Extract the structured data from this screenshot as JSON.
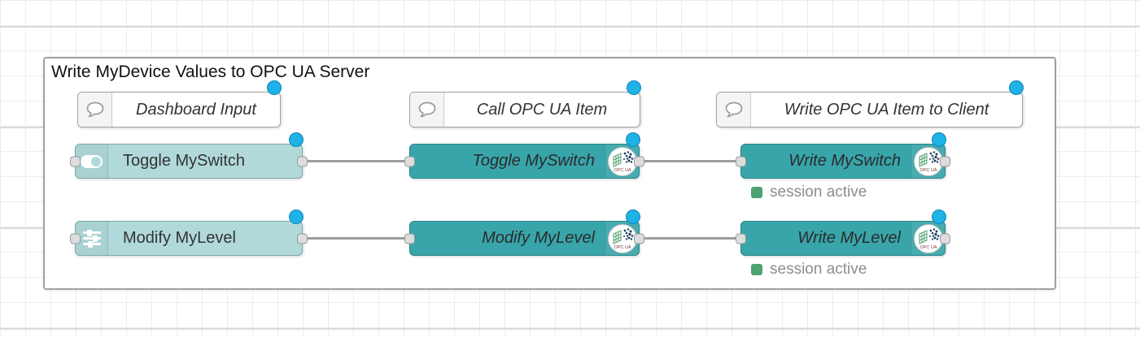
{
  "group": {
    "title": "Write MyDevice Values to OPC UA Server"
  },
  "comments": {
    "dashboard_input": {
      "label": "Dashboard Input"
    },
    "call_opcua_item": {
      "label": "Call OPC UA Item"
    },
    "write_opcua_item": {
      "label": "Write OPC UA Item to Client"
    }
  },
  "nodes": {
    "ui_switch": {
      "label": "Toggle MySwitch"
    },
    "ui_slider": {
      "label": "Modify MyLevel"
    },
    "call_switch": {
      "label": "Toggle MySwitch"
    },
    "call_level": {
      "label": "Modify MyLevel"
    },
    "write_switch": {
      "label": "Write MySwitch",
      "status": "session active"
    },
    "write_level": {
      "label": "Write MyLevel",
      "status": "session active"
    }
  },
  "logo": {
    "label": "OPC UA"
  },
  "colors": {
    "node_light": "#B1D9DA",
    "node_dark": "#38A5AA",
    "changed_indicator": "#1FB2E6",
    "status_green": "#4CA273",
    "wire": "#9D9D9D",
    "group_border": "#A0A0A0",
    "logo_green": "#4E9E6F",
    "logo_navy": "#1D3F63"
  }
}
